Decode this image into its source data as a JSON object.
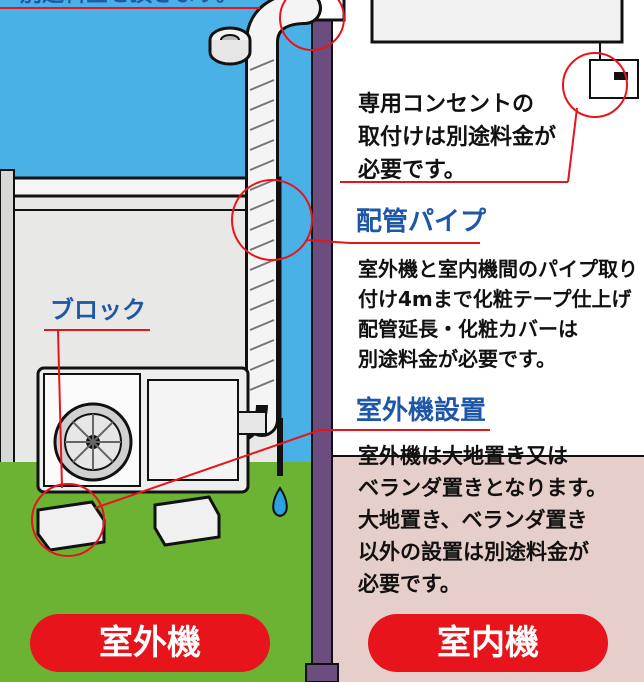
{
  "top_caption": "別途料金を頂きます。",
  "outlet_note": {
    "lines": [
      "専用コンセントの",
      "取付けは別途料金が",
      "必要です。"
    ]
  },
  "pipe": {
    "heading": "配管パイプ",
    "lines": [
      "室外機と室内機間のパイプ取り",
      "付け4mまで化粧テープ仕上げ",
      "配管延長・化粧カバーは",
      "別途料金が必要です。"
    ]
  },
  "block_label": "ブロック",
  "outdoor_install": {
    "heading": "室外機設置",
    "lines": [
      "室外機は大地置き又は",
      "ベランダ置きとなります。",
      "大地置き、ベランダ置き",
      "以外の設置は別途料金が",
      "必要です。"
    ]
  },
  "outdoor_unit_label": "室外機",
  "indoor_unit_label": "室内機",
  "colors": {
    "accent_red": "#e8141c",
    "heading_blue": "#1f57a8",
    "sky": "#4ab1e6",
    "grass": "#6cb334",
    "indoor_floor": "#e6cfcb",
    "wall": "#6b4d80"
  }
}
